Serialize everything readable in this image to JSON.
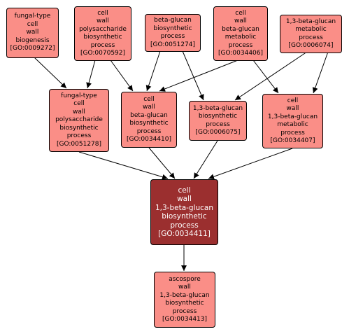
{
  "nodes": [
    {
      "id": "GO:0009272",
      "lines": [
        "fungal-type",
        "cell",
        "wall",
        "biogenesis"
      ],
      "go": "[GO:0009272]"
    },
    {
      "id": "GO:0070592",
      "lines": [
        "cell",
        "wall",
        "polysaccharide",
        "biosynthetic",
        "process"
      ],
      "go": "[GO:0070592]"
    },
    {
      "id": "GO:0051274",
      "lines": [
        "beta-glucan",
        "biosynthetic",
        "process"
      ],
      "go": "[GO:0051274]"
    },
    {
      "id": "GO:0034406",
      "lines": [
        "cell",
        "wall",
        "beta-glucan",
        "metabolic",
        "process"
      ],
      "go": "[GO:0034406]"
    },
    {
      "id": "GO:0006074",
      "lines": [
        "1,3-beta-glucan",
        "metabolic",
        "process"
      ],
      "go": "[GO:0006074]"
    },
    {
      "id": "GO:0051278",
      "lines": [
        "fungal-type",
        "cell",
        "wall",
        "polysaccharide",
        "biosynthetic",
        "process"
      ],
      "go": "[GO:0051278]"
    },
    {
      "id": "GO:0034410",
      "lines": [
        "cell",
        "wall",
        "beta-glucan",
        "biosynthetic",
        "process"
      ],
      "go": "[GO:0034410]"
    },
    {
      "id": "GO:0006075",
      "lines": [
        "1,3-beta-glucan",
        "biosynthetic",
        "process"
      ],
      "go": "[GO:0006075]"
    },
    {
      "id": "GO:0034407",
      "lines": [
        "cell",
        "wall",
        "1,3-beta-glucan",
        "metabolic",
        "process"
      ],
      "go": "[GO:0034407]"
    },
    {
      "id": "GO:0034411",
      "lines": [
        "cell",
        "wall",
        "1,3-beta-glucan",
        "biosynthetic",
        "process"
      ],
      "go": "[GO:0034411]",
      "focus": true
    },
    {
      "id": "GO:0034413",
      "lines": [
        "ascospore",
        "wall",
        "1,3-beta-glucan",
        "biosynthetic",
        "process"
      ],
      "go": "[GO:0034413]"
    }
  ],
  "edges": [
    {
      "from": "GO:0009272",
      "to": "GO:0051278"
    },
    {
      "from": "GO:0070592",
      "to": "GO:0051278"
    },
    {
      "from": "GO:0070592",
      "to": "GO:0034410"
    },
    {
      "from": "GO:0051274",
      "to": "GO:0034410"
    },
    {
      "from": "GO:0051274",
      "to": "GO:0006075"
    },
    {
      "from": "GO:0034406",
      "to": "GO:0034410"
    },
    {
      "from": "GO:0034406",
      "to": "GO:0034407"
    },
    {
      "from": "GO:0006074",
      "to": "GO:0006075"
    },
    {
      "from": "GO:0006074",
      "to": "GO:0034407"
    },
    {
      "from": "GO:0051278",
      "to": "GO:0034411"
    },
    {
      "from": "GO:0034410",
      "to": "GO:0034411"
    },
    {
      "from": "GO:0006075",
      "to": "GO:0034411"
    },
    {
      "from": "GO:0034407",
      "to": "GO:0034411"
    },
    {
      "from": "GO:0034411",
      "to": "GO:0034413"
    }
  ],
  "colors": {
    "node_fill": "#fa8e87",
    "focus_fill": "#9b2f2f",
    "border": "#000000",
    "edge": "#000000",
    "focus_text": "#ffffff"
  }
}
